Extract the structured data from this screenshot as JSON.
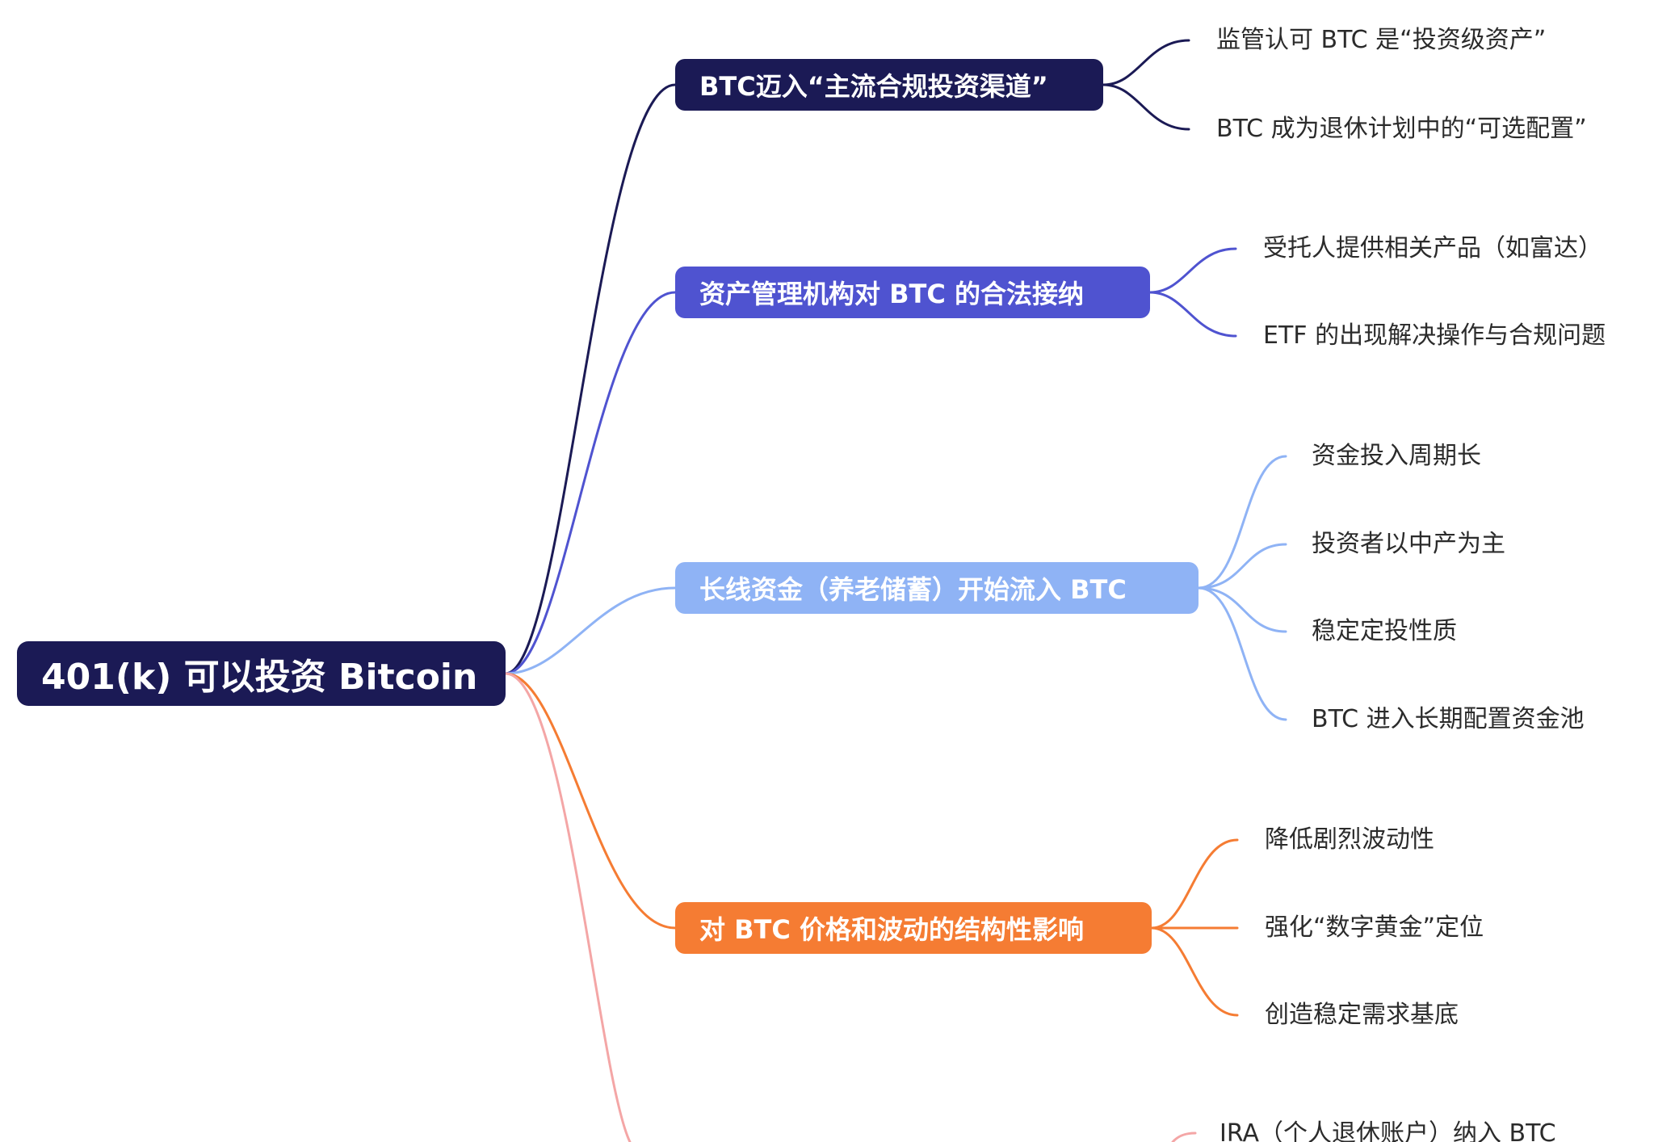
{
  "root": {
    "label": "401(k) 可以投资 Bitcoin",
    "color": "#1b1a55"
  },
  "branches": [
    {
      "label": "BTC迈入“主流合规投资渠道”",
      "color": "#1b1a55",
      "children": [
        "监管认可 BTC 是“投资级资产”",
        "BTC 成为退休计划中的“可选配置”"
      ]
    },
    {
      "label": "资产管理机构对 BTC 的合法接纳",
      "color": "#4f53d0",
      "children": [
        "受托人提供相关产品（如富达）",
        "ETF 的出现解决操作与合规问题"
      ]
    },
    {
      "label": "长线资金（养老储蓄）开始流入 BTC",
      "color": "#8fb3f5",
      "children": [
        "资金投入周期长",
        "投资者以中产为主",
        "稳定定投性质",
        "BTC 进入长期配置资金池"
      ]
    },
    {
      "label": "对 BTC 价格和波动的结构性影响",
      "color": "#f57c33",
      "children": [
        "降低剧烈波动性",
        "强化“数字黄金”定位",
        "创造稳定需求基底"
      ]
    },
    {
      "label": "",
      "color": "#f4a6a6",
      "children": [
        "IRA（个人退休账户）纳入 BTC"
      ]
    }
  ]
}
